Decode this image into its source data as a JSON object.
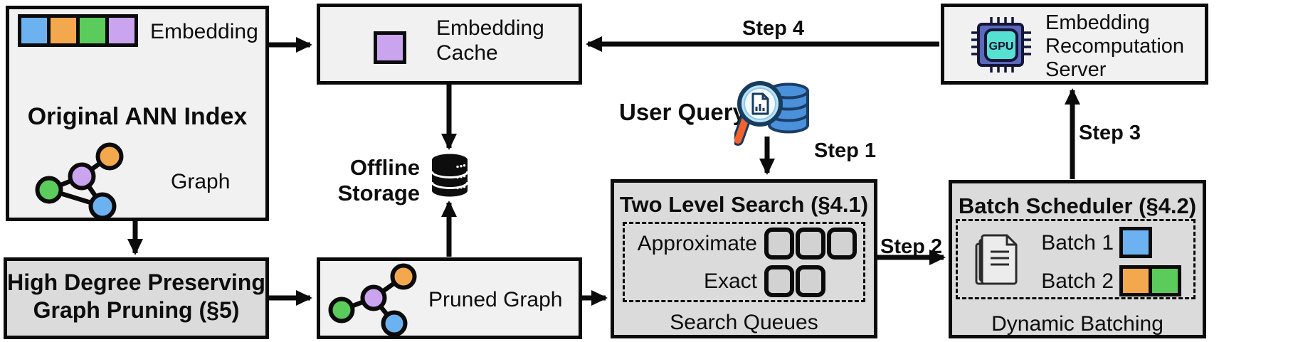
{
  "colors": {
    "line": "#0b0b0b",
    "box_light": "#f1f1f1",
    "box_dark": "#dbdbdb",
    "blue": "#6db2f0",
    "orange": "#f4a84d",
    "green": "#5bcb5c",
    "purple": "#caa4ee",
    "gpu_body": "#5a69bb",
    "gpu_core": "#55e0d2",
    "db_blue": "#4a90da",
    "lens_blue": "#b9e3f6",
    "handle_orange": "#f2622c"
  },
  "ann_index": {
    "title": "Original ANN Index",
    "embedding_label": "Embedding",
    "graph_label": "Graph"
  },
  "embedding_cache": {
    "label": "Embedding\nCache"
  },
  "recomputation_server": {
    "label": "Embedding\nRecomputation\nServer",
    "gpu_text": "GPU"
  },
  "graph_pruning": {
    "title": "High Degree Preserving\nGraph Pruning (§5)"
  },
  "pruned_graph": {
    "label": "Pruned Graph"
  },
  "offline_storage": {
    "label": "Offline\nStorage"
  },
  "user_query": {
    "label": "User Query"
  },
  "two_level_search": {
    "title": "Two Level Search (§4.1)",
    "row1_label": "Approximate",
    "row2_label": "Exact",
    "footer": "Search Queues"
  },
  "batch_scheduler": {
    "title": "Batch Scheduler (§4.2)",
    "batch1_label": "Batch 1",
    "batch2_label": "Batch 2",
    "footer": "Dynamic Batching"
  },
  "steps": {
    "step1": "Step 1",
    "step2": "Step 2",
    "step3": "Step 3",
    "step4": "Step 4"
  }
}
